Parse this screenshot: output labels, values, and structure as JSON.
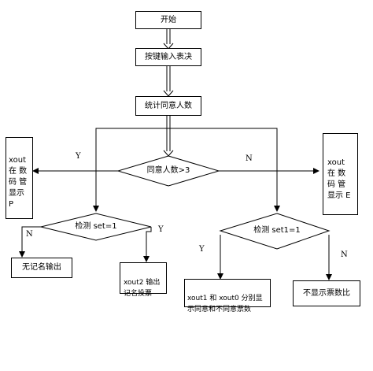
{
  "nodes": {
    "start": "开始",
    "input_vote": "按键输入表决",
    "count": "统计同意人数",
    "display_p": "xout\n在  数\n码  管\n显示 P",
    "display_e": "xout\n在  数\n码  管\n显示 E",
    "decision_main": "同意人数>3",
    "decision_left": "检测 set=1",
    "decision_right": "检测 set1=1",
    "anon_output": "无记名输出",
    "named_vote": "xout2 输出\n记名投票",
    "show_counts": "xout1 和 xout0 分别显\n示同意和不同意票数",
    "hide_ratio": "不显示票数比"
  },
  "edge_labels": {
    "main_yes": "Y",
    "main_no": "N",
    "left_no": "N",
    "left_yes": "Y",
    "right_yes": "Y",
    "right_no": "N"
  }
}
